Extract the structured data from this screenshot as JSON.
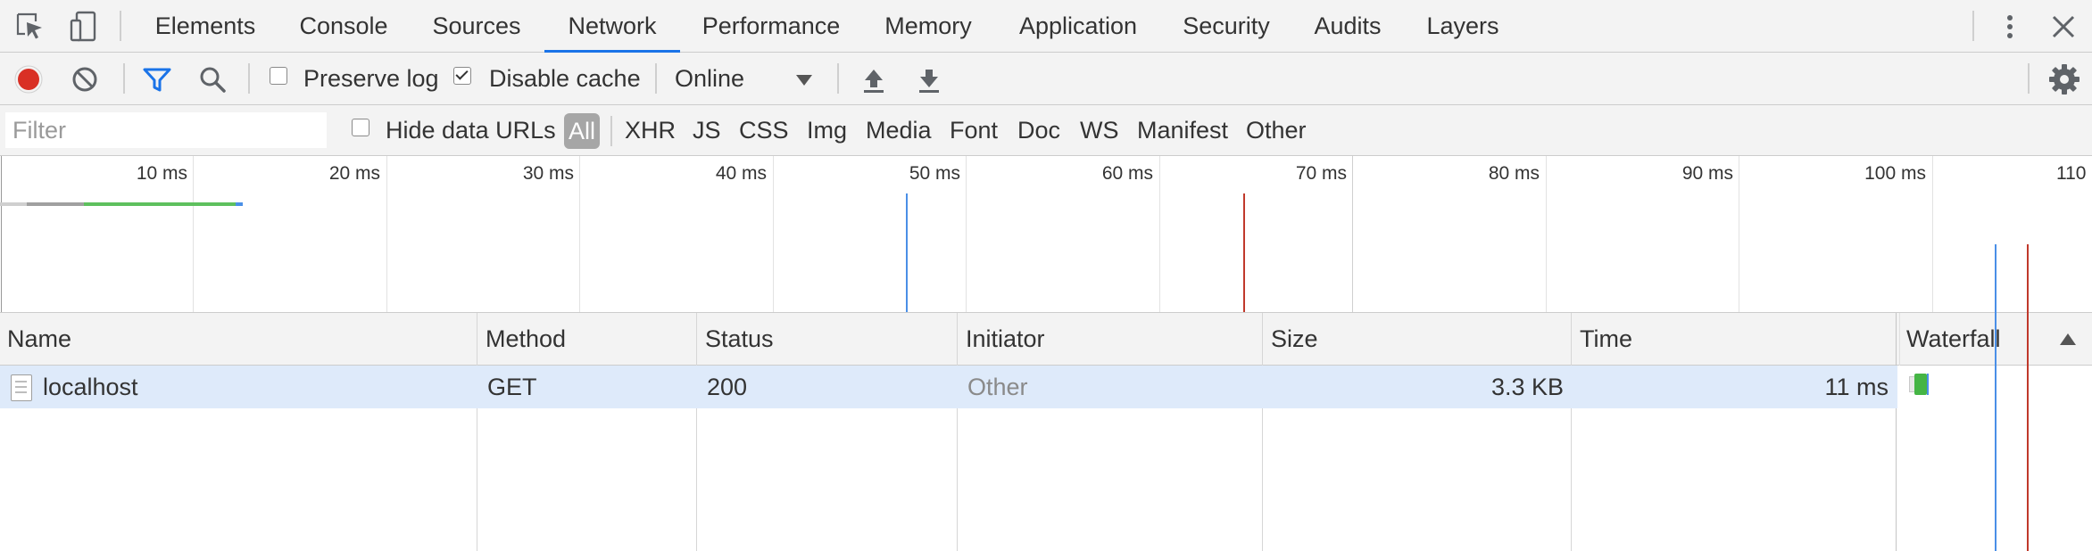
{
  "tabs": [
    {
      "label": "Elements"
    },
    {
      "label": "Console"
    },
    {
      "label": "Sources"
    },
    {
      "label": "Network",
      "active": true
    },
    {
      "label": "Performance"
    },
    {
      "label": "Memory"
    },
    {
      "label": "Application"
    },
    {
      "label": "Security"
    },
    {
      "label": "Audits"
    },
    {
      "label": "Layers"
    }
  ],
  "toolbar": {
    "record_icon": "record-icon",
    "clear_icon": "clear-icon",
    "filter_icon": "filter-icon",
    "search_icon": "search-icon",
    "preserve_log": {
      "label": "Preserve log",
      "checked": false
    },
    "disable_cache": {
      "label": "Disable cache",
      "checked": true
    },
    "throttling": "Online",
    "import_icon": "upload-icon",
    "export_icon": "download-icon",
    "settings_icon": "gear-icon"
  },
  "filter": {
    "placeholder": "Filter",
    "hide_data_urls": {
      "label": "Hide data URLs",
      "checked": false
    },
    "all_label": "All",
    "types": [
      "XHR",
      "JS",
      "CSS",
      "Img",
      "Media",
      "Font",
      "Doc",
      "WS",
      "Manifest",
      "Other"
    ]
  },
  "overview": {
    "ticks": [
      "10 ms",
      "20 ms",
      "30 ms",
      "40 ms",
      "50 ms",
      "60 ms",
      "70 ms",
      "80 ms",
      "90 ms",
      "100 ms",
      "110"
    ],
    "dom_content_loaded_color": "#1a73e8",
    "load_color": "#c0392b"
  },
  "table": {
    "headers": {
      "name": "Name",
      "method": "Method",
      "status": "Status",
      "initiator": "Initiator",
      "size": "Size",
      "time": "Time",
      "waterfall": "Waterfall"
    },
    "rows": [
      {
        "name": "localhost",
        "method": "GET",
        "status": "200",
        "initiator": "Other",
        "size": "3.3 KB",
        "time": "11 ms"
      }
    ]
  },
  "colors": {
    "selected_row": "#deeafa",
    "record_red": "#d93025",
    "active_tab_underline": "#1a73e8"
  }
}
